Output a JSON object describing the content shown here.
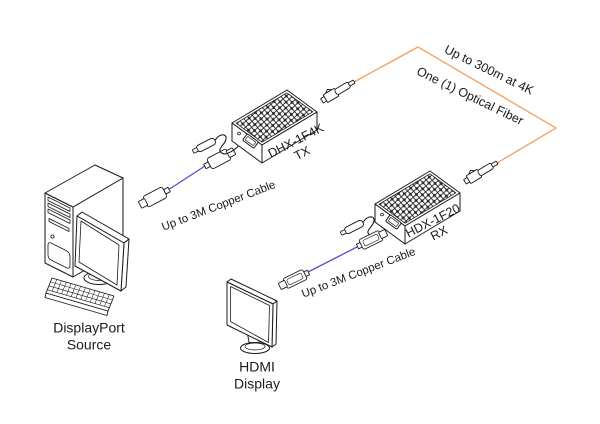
{
  "colors": {
    "line": "#1a1a1a",
    "copper_cable": "#4f4fd0",
    "optical_fiber": "#f59b57",
    "background": "#ffffff"
  },
  "diagram": {
    "source": {
      "line1": "DisplayPort",
      "line2": "Source"
    },
    "tx_device": {
      "model": "DHX-1F4K",
      "role": "TX"
    },
    "copper_cable_tx": {
      "label": "Up to 3M Copper Cable"
    },
    "optical_fiber": {
      "line1": "Up to 300m at 4K",
      "line2": "One (1) Optical Fiber"
    },
    "rx_device": {
      "model": "HDX-1F20",
      "role": "RX"
    },
    "copper_cable_rx": {
      "label": "Up to 3M Copper Cable"
    },
    "display": {
      "line1": "HDMI",
      "line2": "Display"
    }
  }
}
